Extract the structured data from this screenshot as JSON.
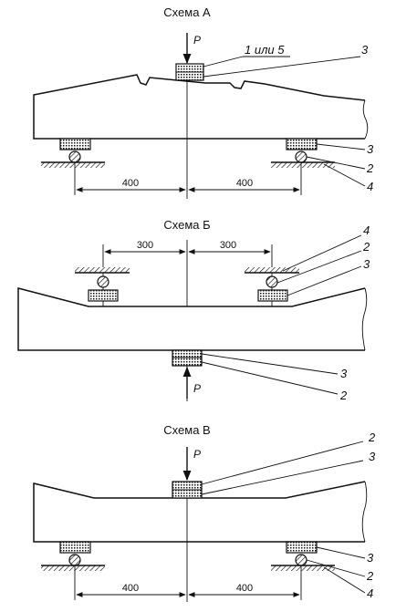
{
  "diagrams": [
    {
      "title": "Схема А",
      "load_label": "P",
      "top_callout_a": "1 или 5",
      "top_callout_b": "3",
      "right_callouts": [
        "3",
        "2",
        "4"
      ],
      "dims": [
        "400",
        "400"
      ]
    },
    {
      "title": "Схема Б",
      "load_label": "P",
      "upper_callouts": [
        "4",
        "2",
        "3"
      ],
      "lower_callouts": [
        "3",
        "2"
      ],
      "dims": [
        "300",
        "300"
      ]
    },
    {
      "title": "Схема В",
      "load_label": "P",
      "upper_callouts": [
        "2",
        "3"
      ],
      "right_callouts": [
        "3",
        "2",
        "4"
      ],
      "dims": [
        "400",
        "400"
      ]
    }
  ]
}
